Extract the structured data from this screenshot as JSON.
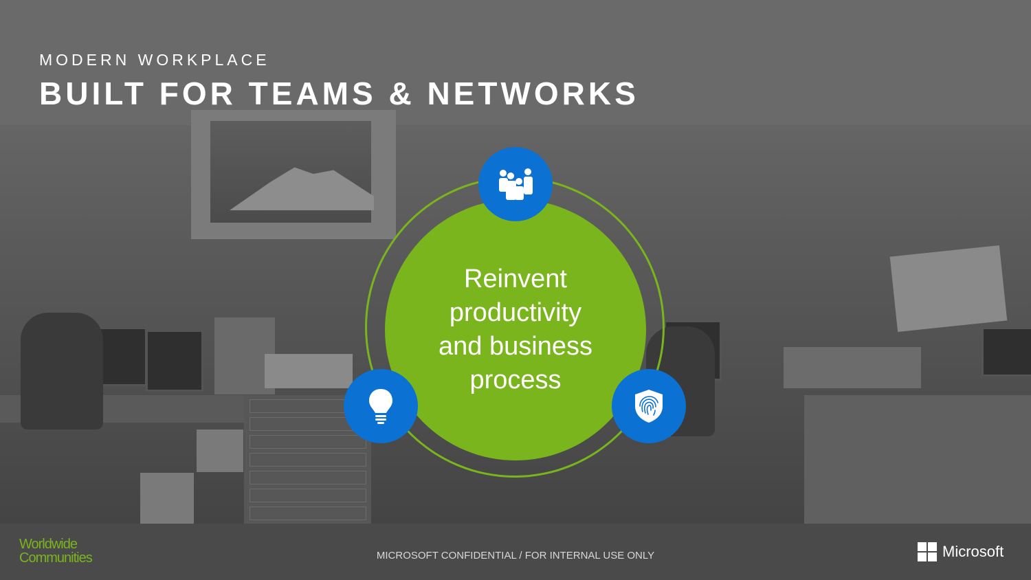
{
  "header": {
    "subtitle": "MODERN WORKPLACE",
    "title": "BUILT FOR TEAMS & NETWORKS"
  },
  "diagram": {
    "center_text": "Reinvent productivity and business process",
    "nodes": [
      {
        "icon": "people-group-icon"
      },
      {
        "icon": "lightbulb-icon"
      },
      {
        "icon": "fingerprint-shield-icon"
      }
    ]
  },
  "footer": {
    "left_logo_line1": "Worldwide",
    "left_logo_line2": "Communities",
    "confidential_text": "MICROSOFT CONFIDENTIAL / FOR INTERNAL USE ONLY",
    "brand": "Microsoft"
  },
  "colors": {
    "accent_green": "#7ab51d",
    "icon_blue": "#0b71d2"
  }
}
